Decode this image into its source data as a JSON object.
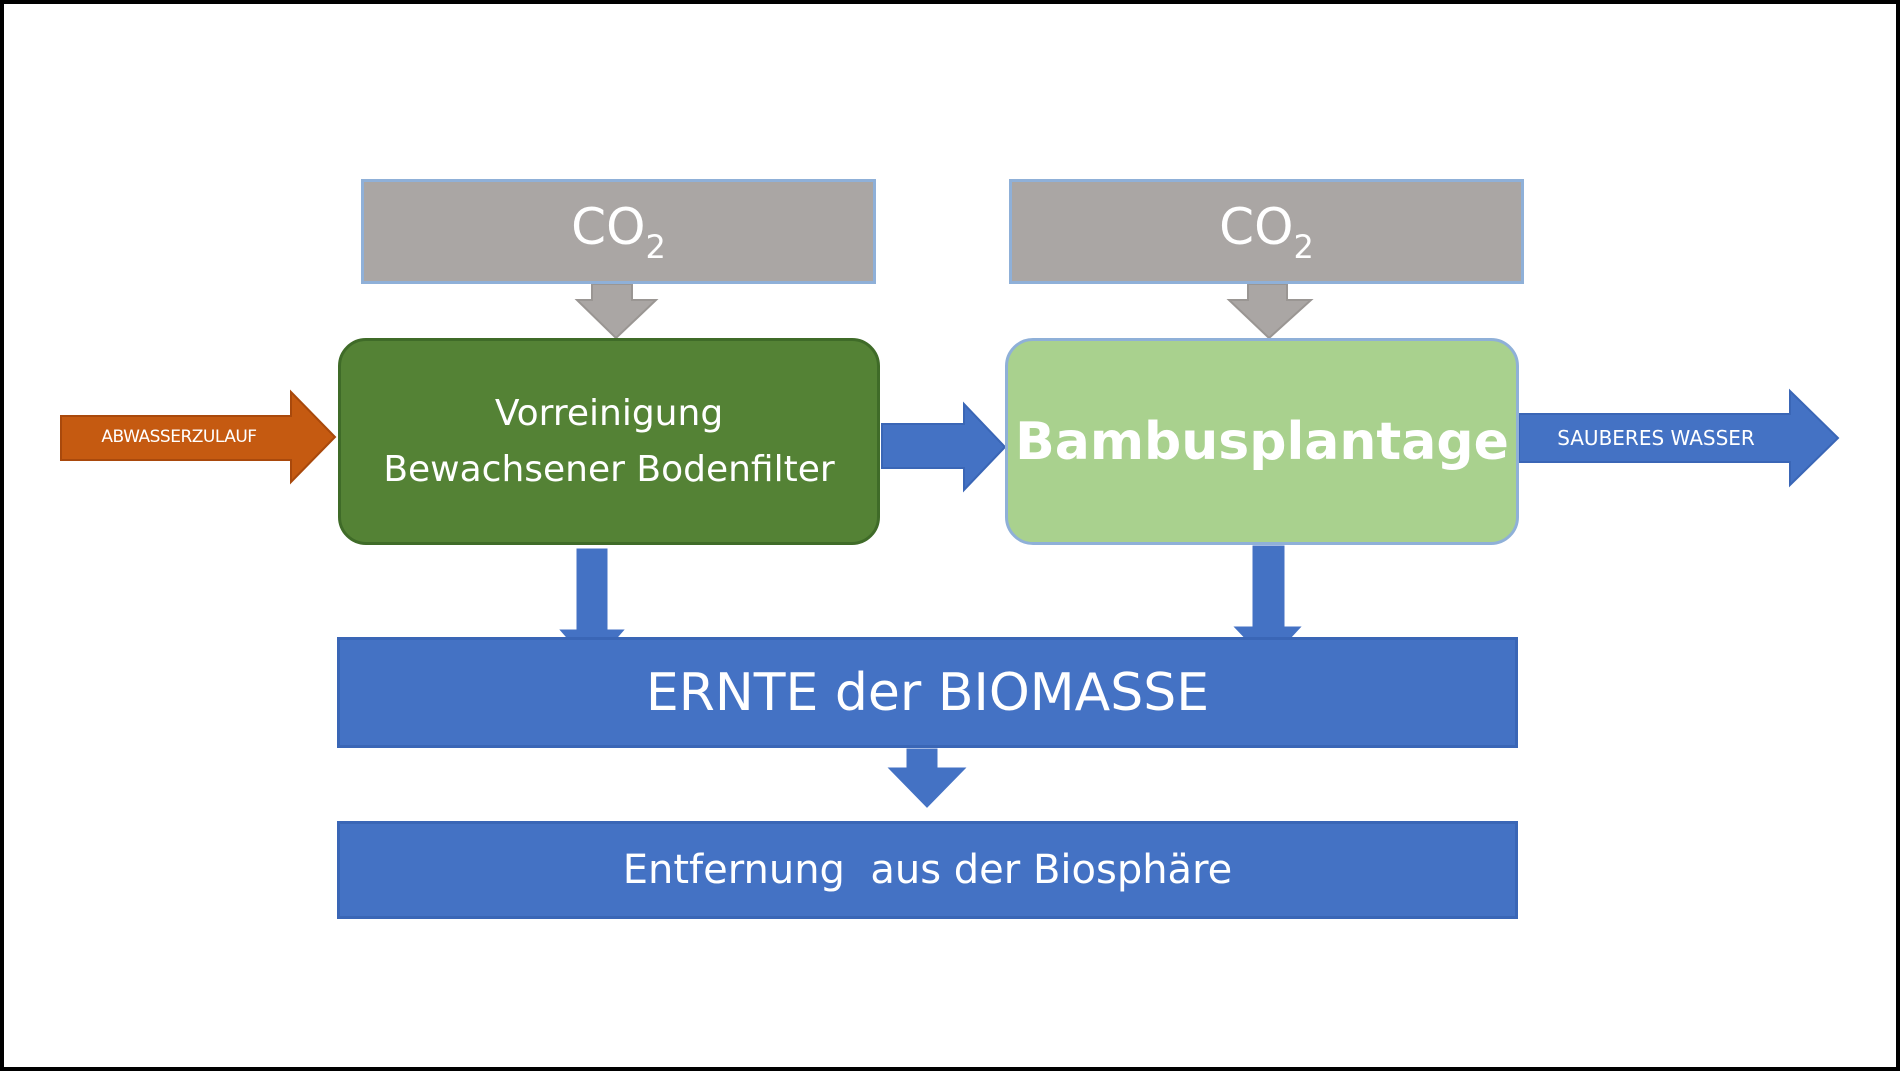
{
  "colors": {
    "co2_box": "#aaa6a4",
    "pre_filter": "#548235",
    "bamboo": "#a9d18e",
    "flow_blue": "#4472c4",
    "inflow_orange": "#c55a11"
  },
  "co2_left": {
    "main": "CO",
    "sub": "2"
  },
  "co2_right": {
    "main": "CO",
    "sub": "2"
  },
  "pre_filter": {
    "line1": "Vorreinigung",
    "line2": "Bewachsener Bodenfilter"
  },
  "bamboo": {
    "label": "Bambusplantage"
  },
  "inflow": {
    "label": "ABWASSERZULAUF"
  },
  "outflow": {
    "label": "SAUBERES WASSER"
  },
  "harvest": {
    "label": "ERNTE der BIOMASSE"
  },
  "removal": {
    "label": "Entfernung  aus der Biosphäre"
  }
}
